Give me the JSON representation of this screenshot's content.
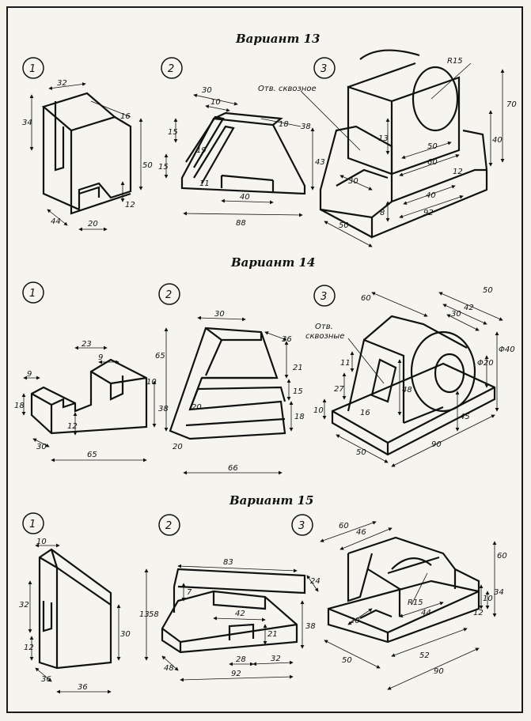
{
  "sheet": {
    "variants": [
      {
        "title": "Вариант 13",
        "parts": [
          {
            "number": "1",
            "dims": [
              "32",
              "16",
              "34",
              "50",
              "12",
              "44",
              "20"
            ]
          },
          {
            "number": "2",
            "dims": [
              "30",
              "10",
              "18",
              "38",
              "15",
              "15",
              "19",
              "11",
              "40",
              "43",
              "88"
            ]
          },
          {
            "number": "3",
            "note": "Отв. сквозное",
            "dims": [
              "R15",
              "70",
              "13",
              "50",
              "40",
              "60",
              "30",
              "12",
              "8",
              "40",
              "92",
              "50"
            ]
          }
        ]
      },
      {
        "title": "Вариант 14",
        "parts": [
          {
            "number": "1",
            "dims": [
              "23",
              "9",
              "9",
              "10",
              "18",
              "38",
              "12",
              "30",
              "65"
            ]
          },
          {
            "number": "2",
            "dims": [
              "30",
              "36",
              "65",
              "21",
              "15",
              "18",
              "20",
              "20",
              "66"
            ]
          },
          {
            "number": "3",
            "note_line1": "Отв.",
            "note_line2": "сквозные",
            "dims": [
              "60",
              "50",
              "42",
              "30",
              "Φ20",
              "Φ40",
              "11",
              "27",
              "48",
              "10",
              "16",
              "45",
              "50",
              "90"
            ]
          }
        ]
      },
      {
        "title": "Вариант 15",
        "parts": [
          {
            "number": "1",
            "dims": [
              "10",
              "32",
              "13",
              "58",
              "30",
              "12",
              "36",
              "36"
            ]
          },
          {
            "number": "2",
            "dims": [
              "83",
              "24",
              "7",
              "42",
              "21",
              "38",
              "48",
              "28",
              "32",
              "92"
            ]
          },
          {
            "number": "3",
            "dims": [
              "60",
              "46",
              "60",
              "R15",
              "20",
              "44",
              "12",
              "10",
              "34",
              "50",
              "52",
              "90"
            ]
          }
        ]
      }
    ]
  }
}
